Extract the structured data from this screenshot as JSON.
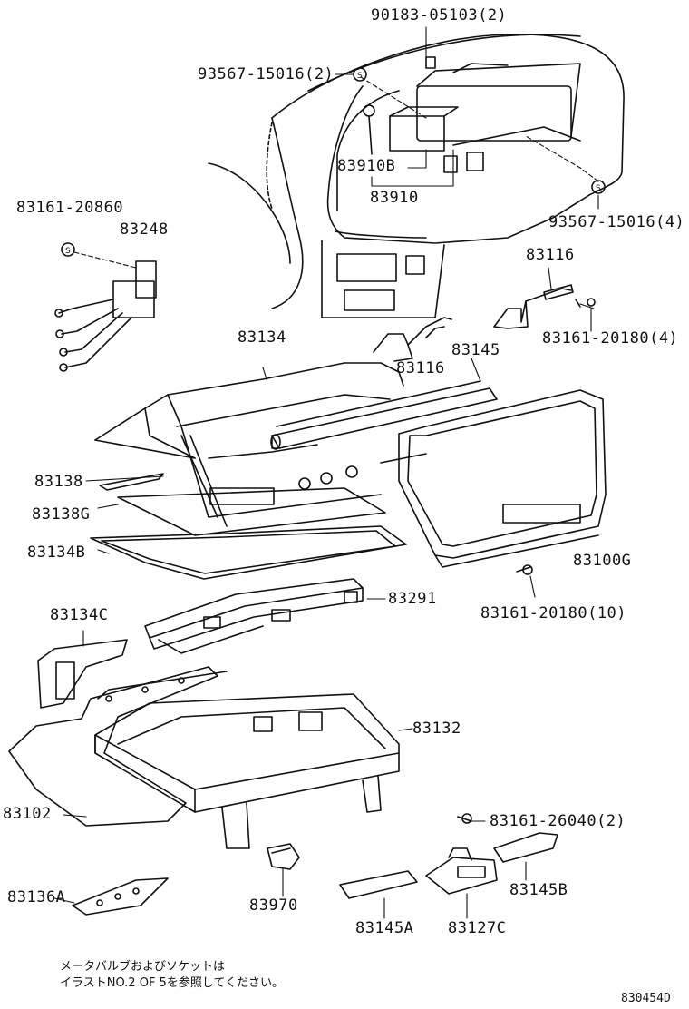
{
  "labels": {
    "p90183": "90183-05103(2)",
    "p93567a": "93567-15016(2)",
    "p83910b": "83910B",
    "p83910": "83910",
    "p93567b": "93567-15016(4)",
    "p83161_20860": "83161-20860",
    "p83248": "83248",
    "p83116a": "83116",
    "p83161_20180_4": "83161-20180(4)",
    "p83134": "83134",
    "p83145": "83145",
    "p83116b": "83116",
    "p83138": "83138",
    "p83138g": "83138G",
    "p83134b": "83134B",
    "p83100g": "83100G",
    "p83291": "83291",
    "p83161_20180_10": "83161-20180(10)",
    "p83134c": "83134C",
    "p83132": "83132",
    "p83102": "83102",
    "p83161_26040": "83161-26040(2)",
    "p83136a": "83136A",
    "p83970": "83970",
    "p83145b": "83145B",
    "p83145a": "83145A",
    "p83127c": "83127C"
  },
  "note": {
    "line1": "メータバルブおよびソケットは",
    "line2": "イラストNO.2 OF 5を参照してください。"
  },
  "ref_code": "830454D",
  "icons": {
    "screw_marker": "circled-s-icon"
  }
}
